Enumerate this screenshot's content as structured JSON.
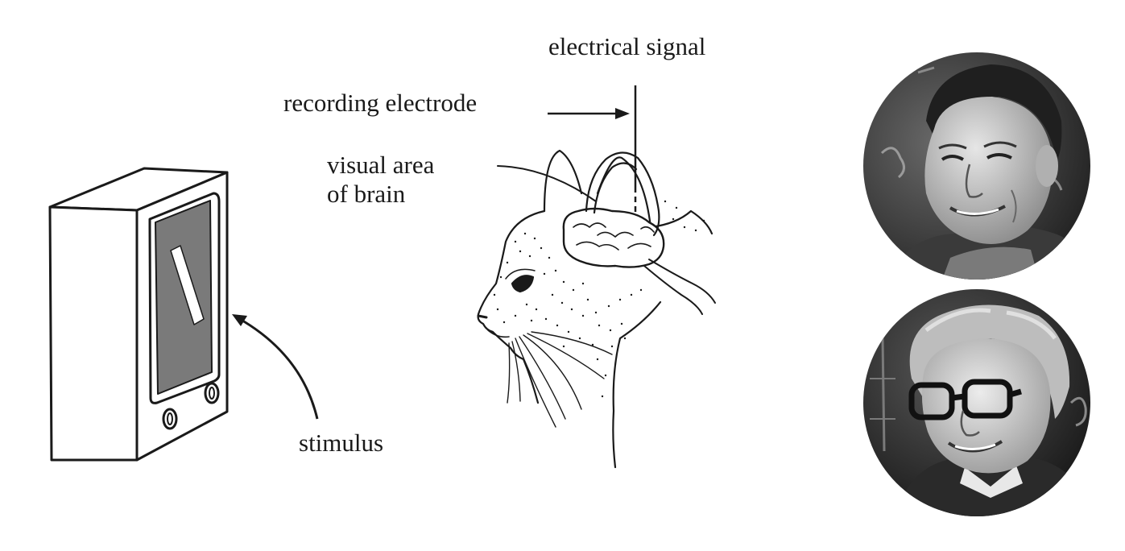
{
  "labels": {
    "electrical_signal": "electrical signal",
    "recording_electrode": "recording electrode",
    "visual_area_line1": "visual area",
    "visual_area_line2": "of brain",
    "stimulus": "stimulus"
  },
  "icons": {
    "monitor": "crt-monitor-icon",
    "cat": "cat-head-drawing",
    "portrait_top": "portrait-photo",
    "portrait_bottom": "portrait-photo"
  },
  "colors": {
    "ink": "#1a1a1a",
    "screen": "#7a7a7a",
    "bar": "#ffffff",
    "brain": "#ffffff",
    "photo_dark": "#2b2b2b",
    "photo_mid": "#8a8a8a",
    "photo_light": "#d8d8d8"
  }
}
